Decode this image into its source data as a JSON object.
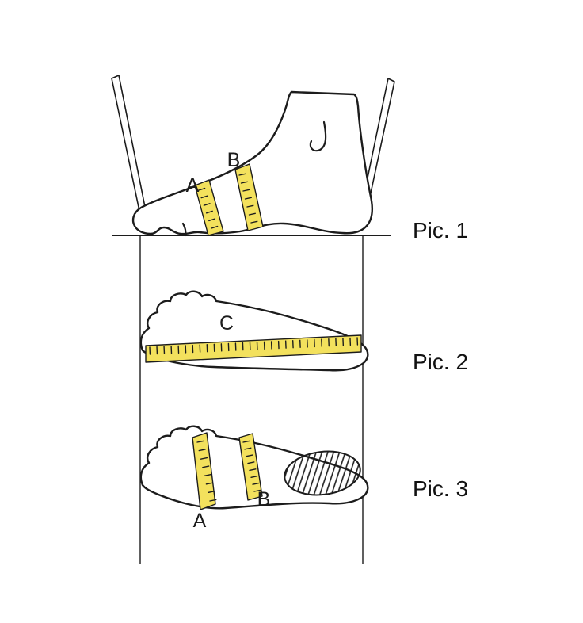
{
  "figure": {
    "pic1": {
      "caption": "Pic. 1",
      "labels": {
        "a": "A",
        "b": "B"
      }
    },
    "pic2": {
      "caption": "Pic. 2",
      "labels": {
        "c": "C"
      }
    },
    "pic3": {
      "caption": "Pic. 3",
      "labels": {
        "a": "A",
        "b": "B"
      }
    }
  },
  "colors": {
    "background": "#ffffff",
    "outline": "#1c1c1c",
    "tape": "#f3e15d"
  }
}
